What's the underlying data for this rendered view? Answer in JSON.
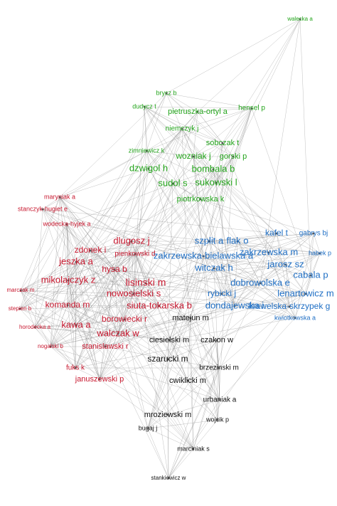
{
  "colors": {
    "green": "#22a41a",
    "red": "#c8182f",
    "blue": "#1f6fc5",
    "black": "#111111",
    "edge": "#8c8c8c"
  },
  "nodes": [
    {
      "id": "walecka-a",
      "label": "walecka a",
      "group": "green"
    },
    {
      "id": "brycz-b",
      "label": "brycz b",
      "group": "green"
    },
    {
      "id": "dudycz-t",
      "label": "dudycz t",
      "group": "green"
    },
    {
      "id": "pietruszka-ortyl-a",
      "label": "pietruszka-ortyl a",
      "group": "green"
    },
    {
      "id": "hensel-p",
      "label": "hensel p",
      "group": "green"
    },
    {
      "id": "niemczyk-j",
      "label": "niemczyk j",
      "group": "green"
    },
    {
      "id": "sobczak-t",
      "label": "sobczak t",
      "group": "green"
    },
    {
      "id": "zimniewicz-k",
      "label": "zimniewicz k",
      "group": "green"
    },
    {
      "id": "wozniak-j",
      "label": "wozniak j",
      "group": "green"
    },
    {
      "id": "gorski-p",
      "label": "gorski p",
      "group": "green"
    },
    {
      "id": "dzwigol-h",
      "label": "dzwigol h",
      "group": "green"
    },
    {
      "id": "bombala-b",
      "label": "bombala b",
      "group": "green"
    },
    {
      "id": "sudol-s",
      "label": "sudol s",
      "group": "green"
    },
    {
      "id": "sukowski-l",
      "label": "sukowski l",
      "group": "green"
    },
    {
      "id": "piotrkowska-k",
      "label": "piotrkowska k",
      "group": "green"
    },
    {
      "id": "maryniak-a",
      "label": "maryniak a",
      "group": "red"
    },
    {
      "id": "stanczyk-hugiet-e",
      "label": "stanczyk-hugiet e",
      "group": "red"
    },
    {
      "id": "wodecka-hyjek-a",
      "label": "wodecka-hyjek a",
      "group": "red"
    },
    {
      "id": "dlugosz-j",
      "label": "dlugosz j",
      "group": "red"
    },
    {
      "id": "zdonek-i",
      "label": "zdonek i",
      "group": "red"
    },
    {
      "id": "pienkowski-d",
      "label": "pienkowski d",
      "group": "red"
    },
    {
      "id": "jeszka-a",
      "label": "jeszka a",
      "group": "red"
    },
    {
      "id": "hysa-b",
      "label": "hysa b",
      "group": "red"
    },
    {
      "id": "mikolajczyk-z",
      "label": "mikolajczyk z",
      "group": "red"
    },
    {
      "id": "lisinski-m",
      "label": "lisinski m",
      "group": "red"
    },
    {
      "id": "marczak-m",
      "label": "marczak m",
      "group": "red"
    },
    {
      "id": "nowosielski-s",
      "label": "nowosielski s",
      "group": "red"
    },
    {
      "id": "komanda-m",
      "label": "komanda m",
      "group": "red"
    },
    {
      "id": "siuta-tokarska-b",
      "label": "siuta-tokarska b",
      "group": "red"
    },
    {
      "id": "stepien-b",
      "label": "stepien b",
      "group": "red"
    },
    {
      "id": "borowiecki-r",
      "label": "borowiecki r",
      "group": "red"
    },
    {
      "id": "horodecka-a",
      "label": "horodecka a",
      "group": "red"
    },
    {
      "id": "kawa-a",
      "label": "kawa a",
      "group": "red"
    },
    {
      "id": "walczak-w",
      "label": "walczak w",
      "group": "red"
    },
    {
      "id": "nogalski-b",
      "label": "nogalski b",
      "group": "red"
    },
    {
      "id": "stanislawski-r",
      "label": "stanislawski r",
      "group": "red"
    },
    {
      "id": "fuks-k",
      "label": "fuks k",
      "group": "red"
    },
    {
      "id": "januszewski-p",
      "label": "januszewski p",
      "group": "red"
    },
    {
      "id": "kafel-t",
      "label": "kafel t",
      "group": "blue"
    },
    {
      "id": "gabrys-bj",
      "label": "gabrys bj",
      "group": "blue"
    },
    {
      "id": "szplit-a",
      "label": "szplit a",
      "group": "blue"
    },
    {
      "id": "flak-o",
      "label": "flak o",
      "group": "blue"
    },
    {
      "id": "zakrzewska-m",
      "label": "zakrzewska m",
      "group": "blue"
    },
    {
      "id": "habek-p",
      "label": "habek p",
      "group": "blue"
    },
    {
      "id": "zakrzewska-bielawska-a",
      "label": "zakrzewska-bielawska a",
      "group": "blue"
    },
    {
      "id": "jarosz-sz",
      "label": "jarosz sz",
      "group": "blue"
    },
    {
      "id": "witczak-h",
      "label": "witczak h",
      "group": "blue"
    },
    {
      "id": "cabala-p",
      "label": "cabala p",
      "group": "blue"
    },
    {
      "id": "dobrowolska-e",
      "label": "dobrowolska e",
      "group": "blue"
    },
    {
      "id": "rybicki-j",
      "label": "rybicki j",
      "group": "blue"
    },
    {
      "id": "lenartowicz-m",
      "label": "lenartowicz m",
      "group": "blue"
    },
    {
      "id": "dondajewska-i",
      "label": "dondajewska i",
      "group": "blue"
    },
    {
      "id": "krawelska-skrzypek-g",
      "label": "krawelska-skrzypek g",
      "group": "blue"
    },
    {
      "id": "kwiotkowska-a",
      "label": "kwiotkowska a",
      "group": "blue"
    },
    {
      "id": "matejun-m",
      "label": "matejun m",
      "group": "black"
    },
    {
      "id": "ciesielski-m",
      "label": "ciesielski m",
      "group": "black"
    },
    {
      "id": "czakon-w",
      "label": "czakon w",
      "group": "black"
    },
    {
      "id": "szarucki-m",
      "label": "szarucki m",
      "group": "black"
    },
    {
      "id": "brzezinski-m",
      "label": "brzezinski m",
      "group": "black"
    },
    {
      "id": "cwiklicki-m",
      "label": "cwiklicki m",
      "group": "black"
    },
    {
      "id": "urbaniak-a",
      "label": "urbaniak a",
      "group": "black"
    },
    {
      "id": "mroziewski-m",
      "label": "mroziewski m",
      "group": "black"
    },
    {
      "id": "wojcik-p",
      "label": "wojcik p",
      "group": "black"
    },
    {
      "id": "bugaj-j",
      "label": "bugaj j",
      "group": "black"
    },
    {
      "id": "marciniak-s",
      "label": "marciniak s",
      "group": "black"
    },
    {
      "id": "stankiewicz-w",
      "label": "stankiewicz w",
      "group": "black"
    }
  ]
}
